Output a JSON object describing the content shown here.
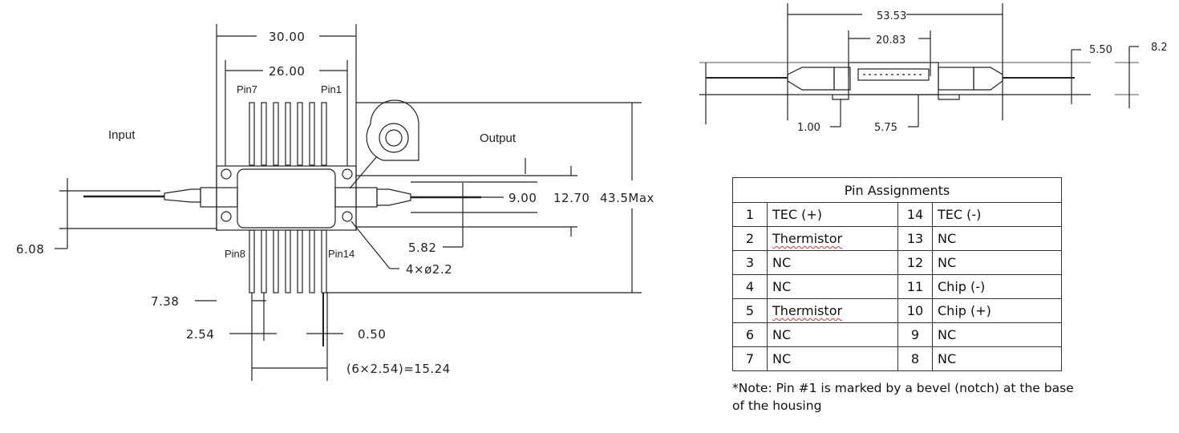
{
  "front_view": {
    "labels": {
      "input": "Input",
      "output": "Output",
      "pin7": "Pin7",
      "pin1": "Pin1",
      "pin8": "Pin8",
      "pin14": "Pin14"
    },
    "dimensions": {
      "width_outer": "30.00",
      "width_inner": "26.00",
      "height_9": "9.00",
      "height_12_70": "12.70",
      "length_max": "43.5Max",
      "fiber_offset": "6.08",
      "center_offset": "5.82",
      "holes": "4×ø2.2",
      "pin_offset": "7.38",
      "pin_pitch": "2.54",
      "pin_width": "0.50",
      "pin_span": "(6×2.54)=15.24"
    }
  },
  "side_view": {
    "dimensions": {
      "total_length": "53.53",
      "body_length": "20.83",
      "height_5_50": "5.50",
      "height_8_2": "8.2",
      "base_1_00": "1.00",
      "base_5_75": "5.75"
    }
  },
  "pin_table": {
    "title": "Pin Assignments",
    "rows": [
      {
        "pin_a": "1",
        "fn_a": "TEC (+)",
        "pin_b": "14",
        "fn_b": "TEC (-)"
      },
      {
        "pin_a": "2",
        "fn_a": "Thermistor",
        "pin_b": "13",
        "fn_b": "NC"
      },
      {
        "pin_a": "3",
        "fn_a": "NC",
        "pin_b": "12",
        "fn_b": "NC"
      },
      {
        "pin_a": "4",
        "fn_a": "NC",
        "pin_b": "11",
        "fn_b": "Chip (-)"
      },
      {
        "pin_a": "5",
        "fn_a": "Thermistor",
        "pin_b": "10",
        "fn_b": "Chip (+)"
      },
      {
        "pin_a": "6",
        "fn_a": "NC",
        "pin_b": "9",
        "fn_b": "NC"
      },
      {
        "pin_a": "7",
        "fn_a": "NC",
        "pin_b": "8",
        "fn_b": "NC"
      }
    ],
    "note": "*Note: Pin #1 is marked by a bevel (notch) at the base of the housing"
  }
}
